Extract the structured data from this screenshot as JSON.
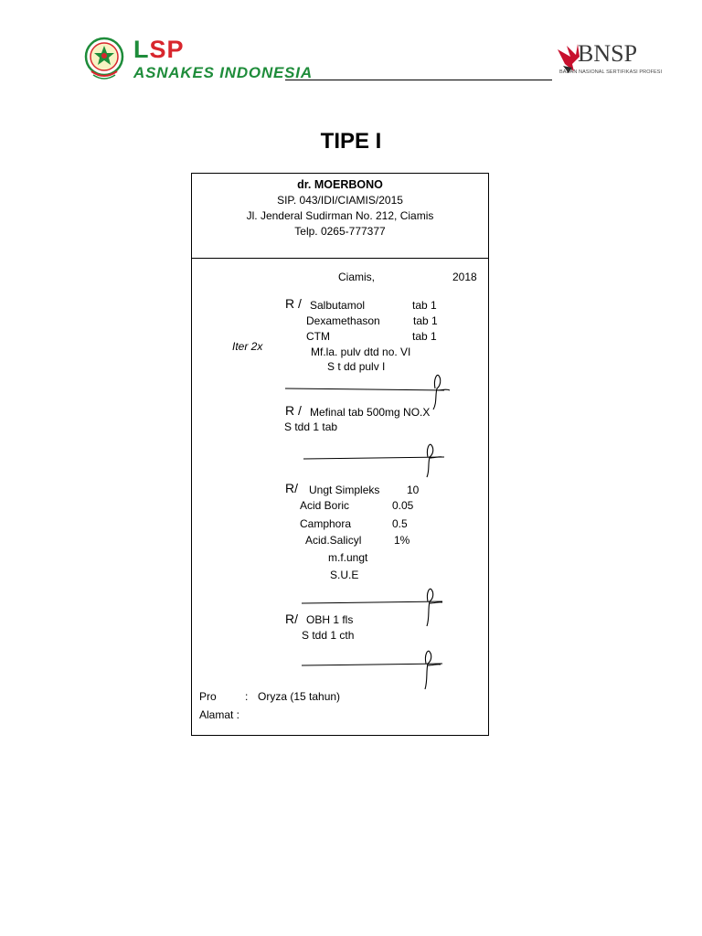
{
  "header": {
    "lsp_l": "L",
    "lsp_sp": "SP",
    "org_name": "ASNAKES INDONESIA",
    "bnsp_name": "BNSP",
    "bnsp_subtitle": "BADAN NASIONAL SERTIFIKASI PROFESI"
  },
  "title": "TIPE I",
  "doctor": {
    "name": "dr.  MOERBONO",
    "sip": "SIP. 043/IDI/CIAMIS/2015",
    "address": "Jl. Jenderal Sudirman No. 212, Ciamis",
    "phone": "Telp. 0265-777377"
  },
  "place": "Ciamis,",
  "year": "2018",
  "iter": "Iter 2x",
  "rx1": {
    "symbol": "R /",
    "items": [
      {
        "name": "Salbutamol",
        "qty": "tab 1"
      },
      {
        "name": "Dexamethason",
        "qty": "tab 1"
      },
      {
        "name": "CTM",
        "qty": "tab 1"
      }
    ],
    "instruction1": "Mf.la. pulv dtd no. VI",
    "instruction2": "S t dd  pulv I"
  },
  "rx2": {
    "symbol": "R /",
    "item": "Mefinal tab 500mg NO.X",
    "signa": "S tdd 1 tab"
  },
  "rx3": {
    "symbol": "R/",
    "items": [
      {
        "name": "Ungt Simpleks",
        "qty": "10"
      },
      {
        "name": "Acid Boric",
        "qty": "0.05"
      },
      {
        "name": "Camphora",
        "qty": "0.5"
      },
      {
        "name": "Acid.Salicyl",
        "qty": "1%"
      }
    ],
    "instruction1": "m.f.ungt",
    "instruction2": "S.U.E"
  },
  "rx4": {
    "symbol": "R/",
    "item": "OBH 1 fls",
    "signa": "S tdd 1 cth"
  },
  "patient": {
    "pro_label": "Pro",
    "pro_sep": ":",
    "pro_value": "Oryza (15 tahun)",
    "address_label": "Alamat  :"
  },
  "colors": {
    "lsp_green": "#1e8c3a",
    "lsp_red": "#d8262d",
    "bnsp_red": "#c8102e",
    "bnsp_gray": "#3a3a3a"
  },
  "icons": [
    "lsp-emblem-icon",
    "bnsp-garuda-icon",
    "signature-mark-icon"
  ]
}
